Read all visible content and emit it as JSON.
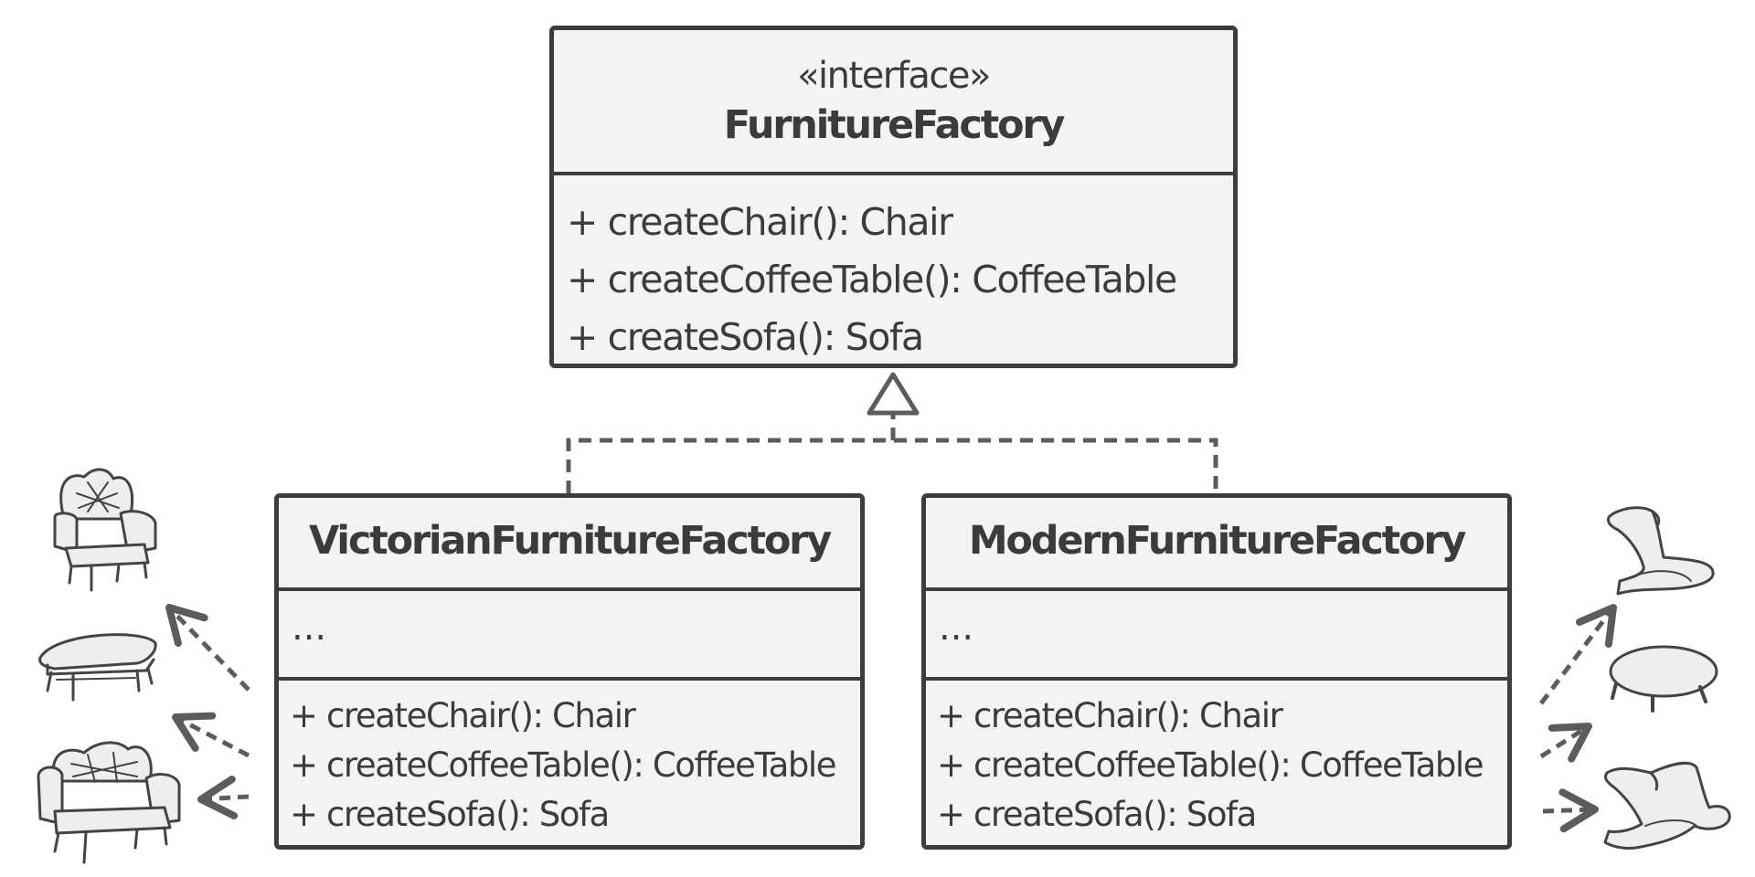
{
  "interface_box": {
    "stereotype": "«interface»",
    "name": "FurnitureFactory",
    "operations": [
      "+ createChair(): Chair",
      "+ createCoffeeTable(): CoffeeTable",
      "+ createSofa(): Sofa"
    ]
  },
  "victorian_box": {
    "name": "VictorianFurnitureFactory",
    "attributes": "...",
    "operations": [
      "+ createChair(): Chair",
      "+ createCoffeeTable(): CoffeeTable",
      "+ createSofa(): Sofa"
    ]
  },
  "modern_box": {
    "name": "ModernFurnitureFactory",
    "attributes": "...",
    "operations": [
      "+ createChair(): Chair",
      "+ createCoffeeTable(): CoffeeTable",
      "+ createSofa(): Sofa"
    ]
  },
  "colors": {
    "line": "#3d3d3d",
    "box_fill": "#f3f3f3",
    "arrow": "#5c5c5c",
    "icon_fill": "#eeeeee"
  },
  "icons": {
    "victorian": [
      "victorian-armchair-icon",
      "victorian-coffee-table-icon",
      "victorian-sofa-icon"
    ],
    "modern": [
      "modern-chair-icon",
      "modern-coffee-table-icon",
      "modern-sofa-icon"
    ]
  }
}
